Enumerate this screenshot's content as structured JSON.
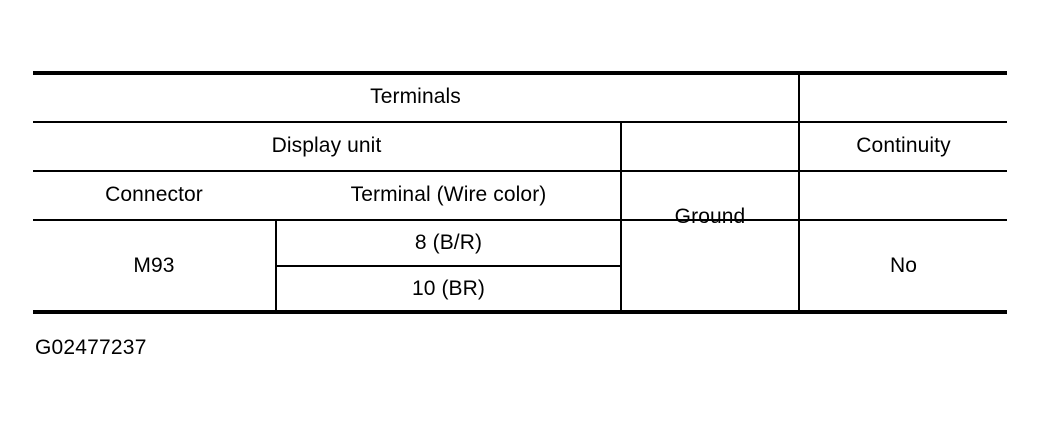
{
  "table": {
    "group_header": "Terminals",
    "subgroup_header": "Display unit",
    "columns": {
      "connector": "Connector",
      "terminal_wire_color": "Terminal (Wire color)",
      "ground": "Ground",
      "continuity": "Continuity"
    },
    "rows": [
      {
        "connector": "M93",
        "terminal_wire_color": "8 (B/R)",
        "ground": "Ground",
        "continuity": "No"
      },
      {
        "connector": "M93",
        "terminal_wire_color": "10 (BR)",
        "ground": "Ground",
        "continuity": "No"
      }
    ],
    "connector_value": "M93",
    "ground_value": "Ground",
    "continuity_value": "No",
    "terminal_values": [
      "8 (B/R)",
      "10 (BR)"
    ]
  },
  "caption": {
    "figure_id": "G02477237"
  },
  "colors": {
    "background": "#ffffff",
    "rule": "#000000",
    "text": "#000000"
  }
}
